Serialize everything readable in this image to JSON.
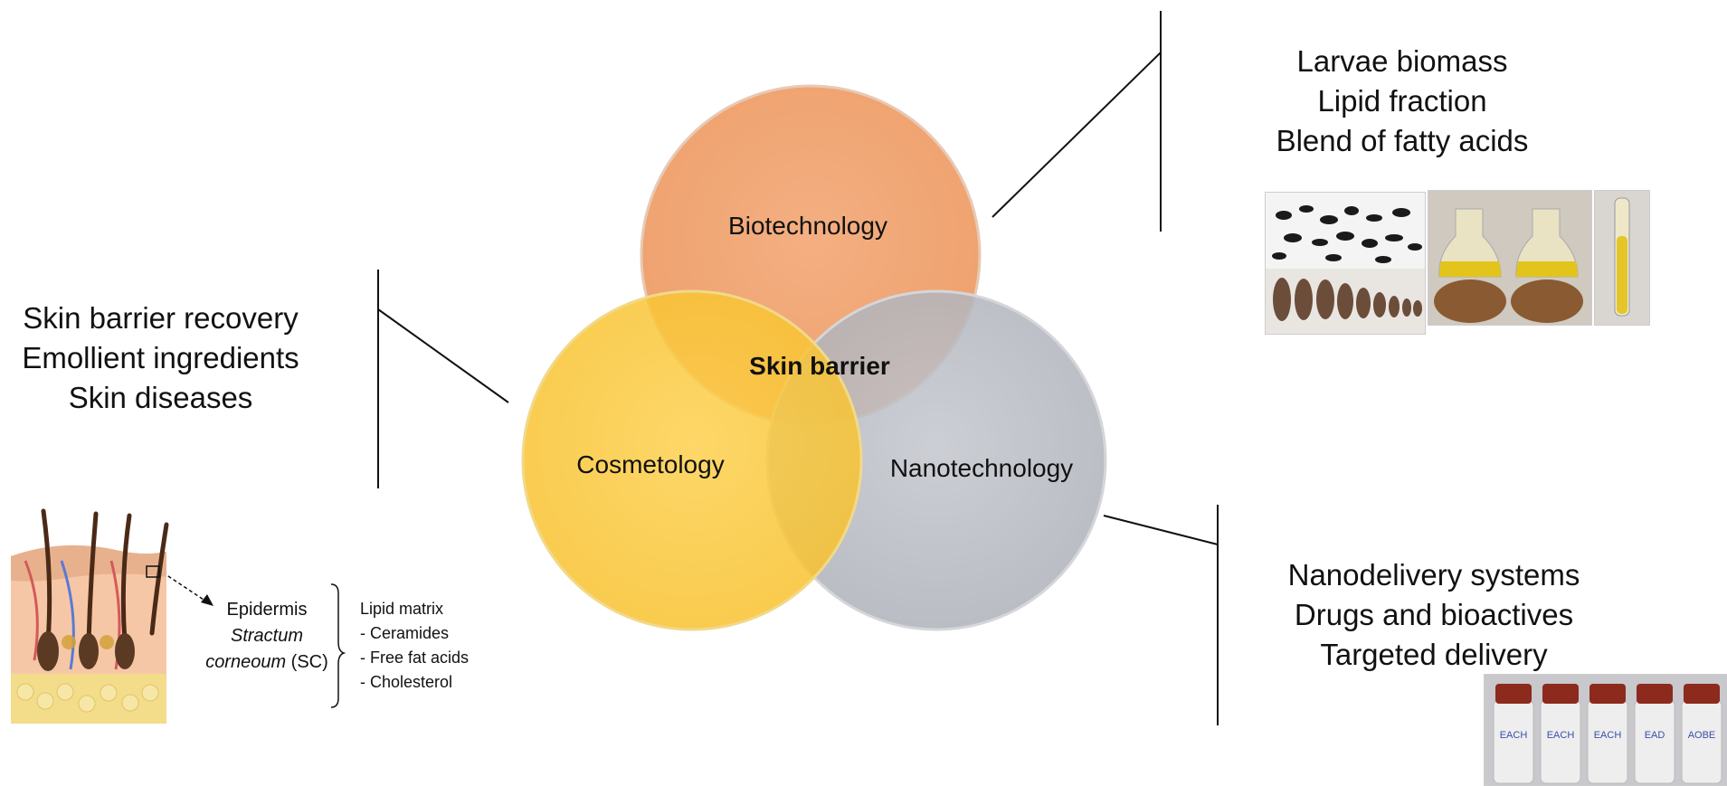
{
  "venn": {
    "top": "Biotechnology",
    "left": "Cosmetology",
    "right": "Nanotechnology",
    "center": "Skin barrier",
    "colors": {
      "top": "#f2a36f",
      "left": "#fcc93a",
      "right": "#b9bcc4",
      "overlap": "#f6a12a"
    }
  },
  "left_block": [
    "Skin barrier recovery",
    "Emollient ingredients",
    "Skin diseases"
  ],
  "top_right_block": [
    "Larvae biomass",
    "Lipid fraction",
    "Blend of fatty acids"
  ],
  "bottom_right_block": [
    "Nanodelivery systems",
    "Drugs and bioactives",
    "Targeted delivery"
  ],
  "skin": {
    "epidermis": "Epidermis",
    "stratum_italic_1": "Stractum",
    "stratum_italic_2": "corneoum",
    "sc": " (SC)",
    "lipid_title": "Lipid matrix",
    "lipid_items": [
      "- Ceramides",
      "- Free fat acids",
      "- Cholesterol"
    ]
  },
  "vials": [
    "EACH",
    "EACH",
    "EACH",
    "EAD",
    "AOBE"
  ]
}
